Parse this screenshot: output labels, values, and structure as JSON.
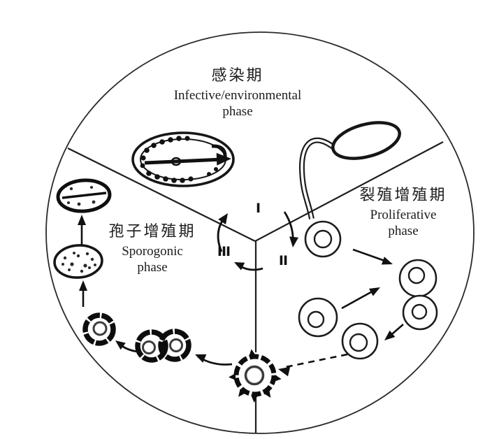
{
  "figure": {
    "background": "#ffffff",
    "ink": "#1c1c1c",
    "phases": {
      "infective": {
        "zh": "感染期",
        "en_line1": "Infective/environmental",
        "en_line2": "phase"
      },
      "proliferative": {
        "zh": "裂殖增殖期",
        "en_line1": "Proliferative",
        "en_line2": "phase"
      },
      "sporogonic": {
        "zh": "孢子增殖期",
        "en_line1": "Sporogonic",
        "en_line2": "phase"
      }
    },
    "numerals": {
      "infective": "I",
      "proliferative": "II",
      "sporogonic": "III"
    },
    "icons": [
      "spore-with-polar-filament-icon",
      "germinating-spore-icon",
      "sporoplasm-icon",
      "meront-icon",
      "dividing-meront-icon",
      "sporont-icon",
      "dividing-sporoblast-icon",
      "sporoblast-icon",
      "maturing-spore-icon",
      "mature-spore-icon"
    ]
  }
}
